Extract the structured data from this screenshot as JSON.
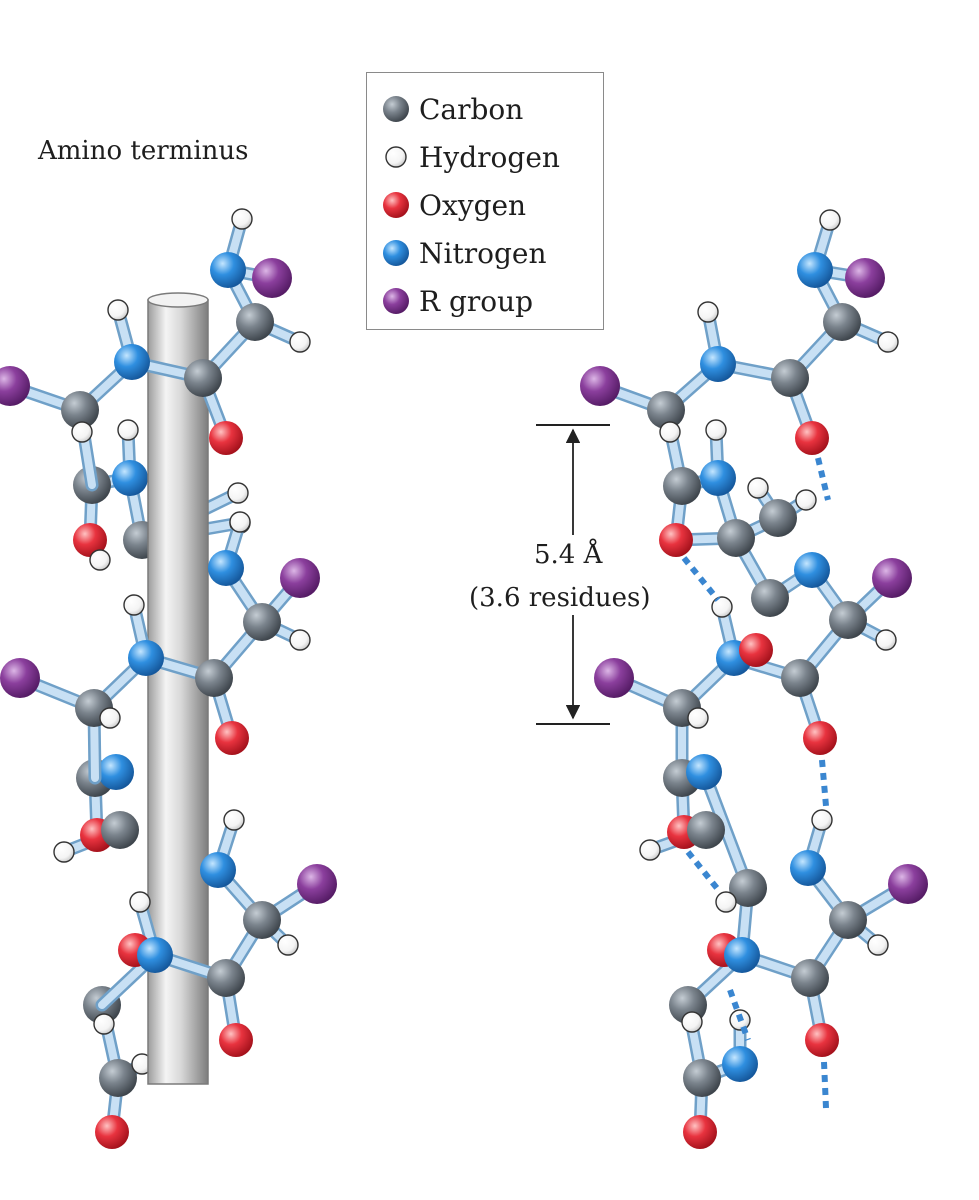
{
  "labels": {
    "amino_terminus": "Amino terminus",
    "pitch_value": "5.4 Å",
    "pitch_residues": "(3.6 residues)"
  },
  "legend": [
    {
      "label": "Carbon",
      "icon": "carbon-atom-icon",
      "color": "#6f7780"
    },
    {
      "label": "Hydrogen",
      "icon": "hydrogen-atom-icon",
      "color": "#ffffff"
    },
    {
      "label": "Oxygen",
      "icon": "oxygen-atom-icon",
      "color": "#e0313d"
    },
    {
      "label": "Nitrogen",
      "icon": "nitrogen-atom-icon",
      "color": "#2e8ede"
    },
    {
      "label": "R group",
      "icon": "r-group-atom-icon",
      "color": "#8a3f9c"
    }
  ],
  "colors": {
    "bond": "#b3d4ee",
    "bond_edge": "#6fa0c8",
    "hydrogen_bond": "#3a86d0",
    "axis_cylinder": "#d9d9d9",
    "dimension_line": "#222222"
  }
}
